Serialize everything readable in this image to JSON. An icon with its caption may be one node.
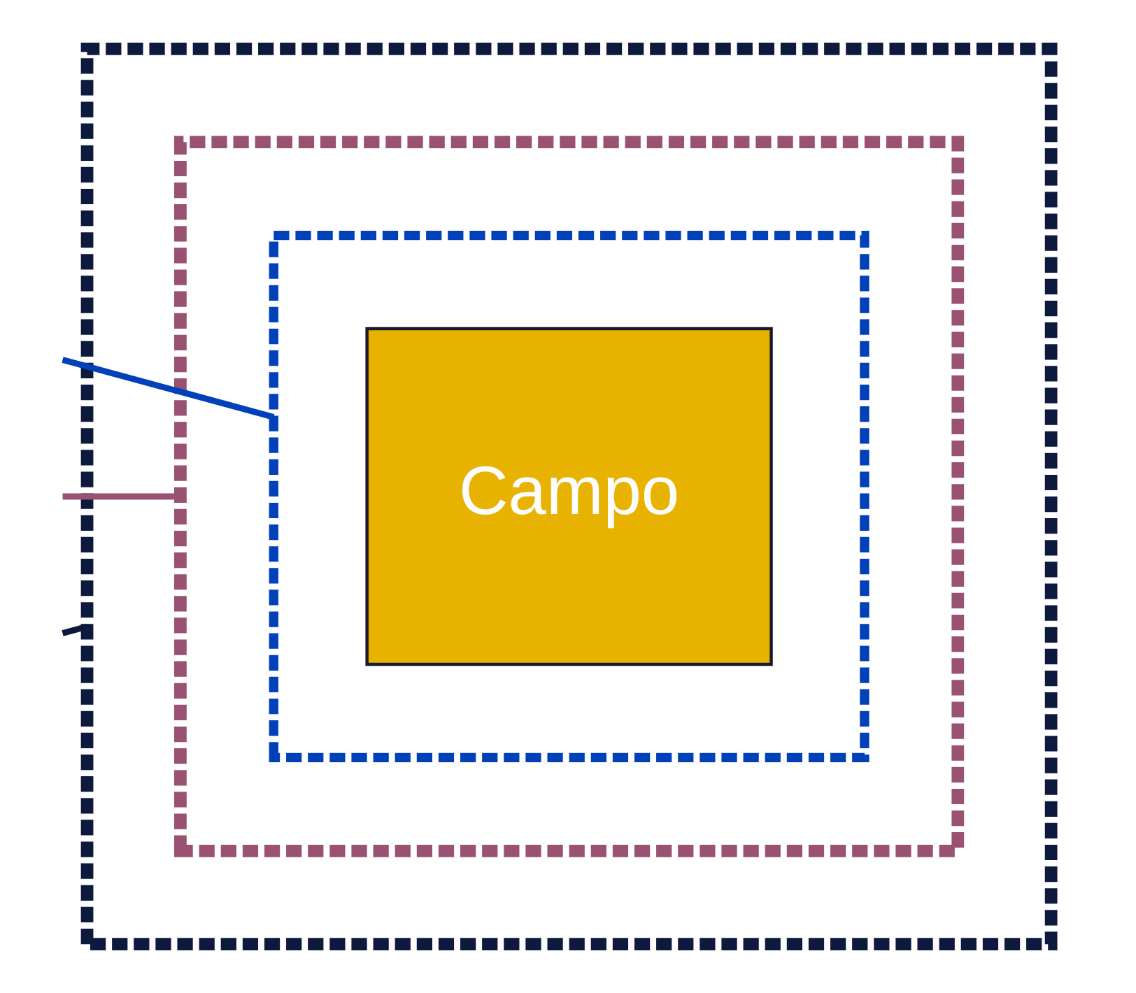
{
  "diagram": {
    "nodes": [
      {
        "text": [],
        "shape": "box"
      },
      {
        "text": [],
        "shape": "box",
        "in": 0
      },
      {
        "text": [],
        "shape": "box",
        "in": 1
      },
      {
        "text": [
          "Campo"
        ],
        "in": 2
      }
    ],
    "edges": [
      {
        "from": null,
        "to": 2,
        "arrow": "none",
        "color": "#0040b8"
      },
      {
        "from": null,
        "to": 1,
        "arrow": "none",
        "color": "#9a5273"
      },
      {
        "from": null,
        "to": 0,
        "arrow": "none",
        "color": "#0d1a3d"
      }
    ]
  }
}
